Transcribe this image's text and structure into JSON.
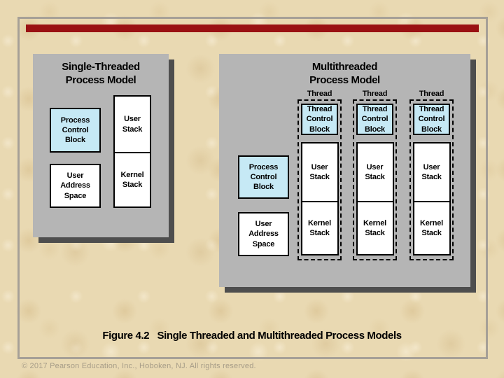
{
  "colors": {
    "background_parchment": "#e9d9b2",
    "accent_bar_red": "#9a1113",
    "panel_gray": "#b5b5b5",
    "panel_shadow_gray": "#4e4e4e",
    "block_blue": "#c6e9f5",
    "block_white": "#ffffff",
    "frame_border_gray": "#a6a097",
    "footer_text": "#a79d88"
  },
  "left_panel": {
    "title": "Single-Threaded\nProcess Model",
    "process_control_block": "Process\nControl\nBlock",
    "user_stack": "User\nStack",
    "kernel_stack": "Kernel\nStack",
    "user_address_space": "User\nAddress\nSpace"
  },
  "right_panel": {
    "title": "Multithreaded\nProcess Model",
    "process_control_block": "Process\nControl\nBlock",
    "user_address_space": "User\nAddress\nSpace",
    "threads": [
      {
        "label": "Thread",
        "thread_control_block": "Thread\nControl\nBlock",
        "user_stack": "User\nStack",
        "kernel_stack": "Kernel\nStack"
      },
      {
        "label": "Thread",
        "thread_control_block": "Thread\nControl\nBlock",
        "user_stack": "User\nStack",
        "kernel_stack": "Kernel\nStack"
      },
      {
        "label": "Thread",
        "thread_control_block": "Thread\nControl\nBlock",
        "user_stack": "User\nStack",
        "kernel_stack": "Kernel\nStack"
      }
    ]
  },
  "caption": "Figure 4.2   Single Threaded and Multithreaded Process Models",
  "footer": "© 2017 Pearson Education, Inc., Hoboken, NJ. All rights reserved."
}
